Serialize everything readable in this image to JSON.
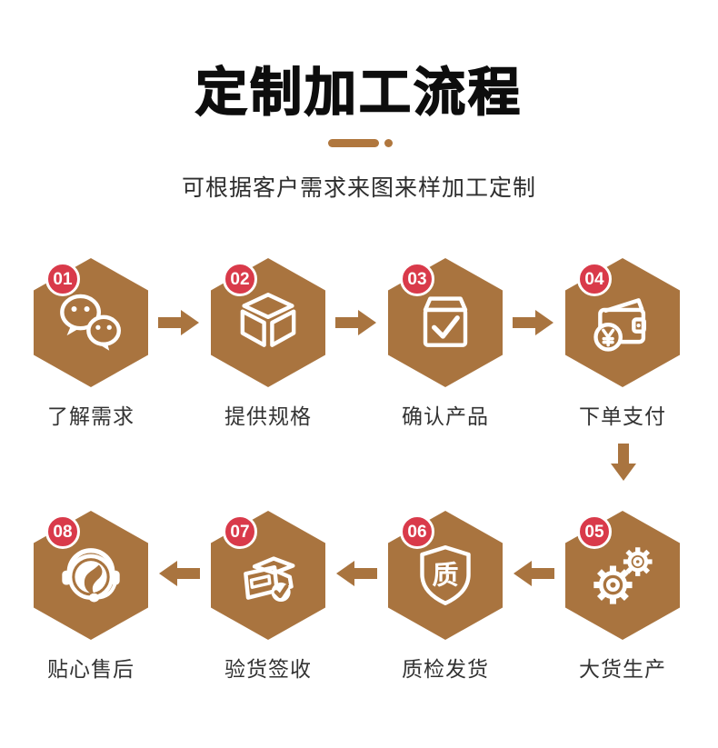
{
  "title": "定制加工流程",
  "subtitle": "可根据客户需求来图来样加工定制",
  "colors": {
    "hexagon_brown": "#A9743F",
    "arrow_brown": "#A9743F",
    "divider_brown": "#B0773E",
    "badge_red": "#D93A4A",
    "title_black": "#0D0D0D",
    "label_dark": "#333333",
    "background": "#FFFFFF"
  },
  "steps": [
    {
      "num": "01",
      "label": "了解需求",
      "icon": "wechat-icon"
    },
    {
      "num": "02",
      "label": "提供规格",
      "icon": "cube-icon"
    },
    {
      "num": "03",
      "label": "确认产品",
      "icon": "box-check-icon"
    },
    {
      "num": "04",
      "label": "下单支付",
      "icon": "wallet-yen-icon"
    },
    {
      "num": "05",
      "label": "大货生产",
      "icon": "gears-icon"
    },
    {
      "num": "06",
      "label": "质检发货",
      "icon": "quality-shield-icon",
      "icon_char": "质"
    },
    {
      "num": "07",
      "label": "验货签收",
      "icon": "box-signed-icon"
    },
    {
      "num": "08",
      "label": "贴心售后",
      "icon": "headset-icon"
    }
  ],
  "flow": {
    "row1_order": [
      "01",
      "02",
      "03",
      "04"
    ],
    "row2_order": [
      "08",
      "07",
      "06",
      "05"
    ],
    "row1_arrow_direction": "right",
    "row2_arrow_direction": "left",
    "connector_direction": "down"
  }
}
